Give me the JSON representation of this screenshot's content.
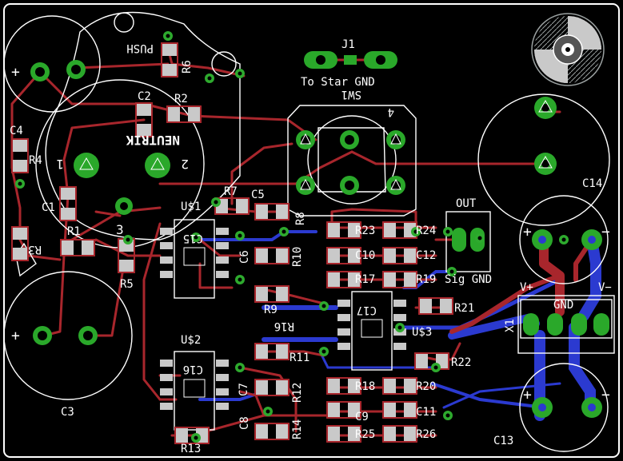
{
  "colors": {
    "background": "#000000",
    "outline": "#ffffff",
    "top_trace": "#a8262c",
    "bottom_trace": "#2b3ad0",
    "pad": "#c9c9c9",
    "via_ring": "#2eaa2e",
    "thru_pad": "#2aa82a",
    "label": "#ffffff",
    "silk_gray": "#9aa0a0"
  },
  "labels": {
    "j1": "J1",
    "to_star_gnd": "To Star GND",
    "sw1": "SW1",
    "push": "PUSH",
    "brand": "NEUTRIK",
    "sw_1": "1",
    "sw_2": "2",
    "sw_3": "3",
    "sw_4": "4",
    "out": "OUT",
    "sig_gnd": "Sig GND",
    "gnd": "GND",
    "v_plus": "V+",
    "v_minus": "V−",
    "x1": "X1",
    "c2": "C2",
    "r2": "R2",
    "r6": "R6",
    "c4": "C4",
    "r4": "R4",
    "c1": "C1",
    "r1": "R1",
    "r5": "R5",
    "r3": "R3",
    "c3": "C3",
    "r7": "R7",
    "c5": "C5",
    "r8": "R8",
    "c6": "C6",
    "r10": "R10",
    "u1": "U$1",
    "u2": "U$2",
    "c15": "C15",
    "c16": "C16",
    "r9": "R9",
    "r16": "R16",
    "r11": "R11",
    "c7": "C7",
    "r12": "R12",
    "c8": "C8",
    "r14": "R14",
    "r13": "R13",
    "r23": "R23",
    "r24": "R24",
    "c10": "C10",
    "c12": "C12",
    "r17": "R17",
    "r19": "R19",
    "r21": "R21",
    "c17": "C17",
    "u3": "U$3",
    "r22": "R22",
    "r18": "R18",
    "r20": "R20",
    "c9": "C9",
    "c11": "C11",
    "r25": "R25",
    "r26": "R26",
    "c14": "C14",
    "c13": "C13",
    "plus": "+",
    "minus": "−"
  }
}
